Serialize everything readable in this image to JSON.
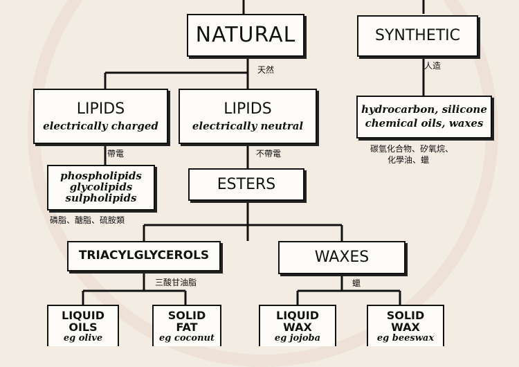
{
  "nodes": {
    "natural": "NATURAL",
    "synthetic": "SYNTHETIC",
    "lipids_charged": {
      "title": "LIPIDS",
      "sub": "electrically charged"
    },
    "lipids_neutral": {
      "title": "LIPIDS",
      "sub": "electrically neutral"
    },
    "synthetic_examples": {
      "line1": "hydrocarbon, silicone",
      "line2": "chemical oils, waxes"
    },
    "phospholipids": {
      "line1": "phospholipids",
      "line2": "glycolipids",
      "line3": "sulpholipids"
    },
    "esters": "ESTERS",
    "triacylglycerols": "TRIACYLGLYCEROLS",
    "waxes": "WAXES",
    "liquid_oils": {
      "line1": "LIQUID",
      "line2": "OILS",
      "line3": "eg olive"
    },
    "solid_fat": {
      "line1": "SOLID",
      "line2": "FAT",
      "line3": "eg coconut"
    },
    "liquid_wax": {
      "line1": "LIQUID",
      "line2": "WAX",
      "line3": "eg jojoba"
    },
    "solid_wax": {
      "line1": "SOLID",
      "line2": "WAX",
      "line3": "eg beeswax"
    }
  },
  "captions": {
    "natural_zh": "天然",
    "synthetic_zh": "人造",
    "charged_zh": "帶電",
    "neutral_zh": "不帶電",
    "synthetic_examples_zh_1": "碳氫化合物、矽氧烷、",
    "synthetic_examples_zh_2": "化學油、蠟",
    "phospho_zh": "磷脂、醣脂、硫胺類",
    "triacyl_zh": "三酸甘油脂",
    "waxes_zh": "蠟"
  }
}
